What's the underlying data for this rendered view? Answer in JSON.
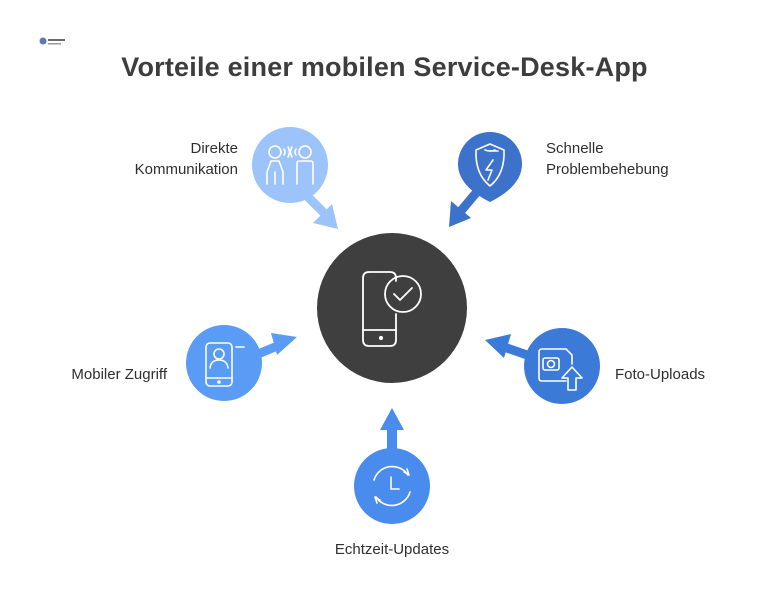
{
  "title": "Vorteile einer mobilen Service-Desk-App",
  "center": {
    "icon": "smartphone-check-icon",
    "color": "#3f3f3f"
  },
  "items": [
    {
      "label_lines": [
        "Direkte",
        "Kommunikation"
      ],
      "icon": "people-talking-icon",
      "color": "#9dc3fb"
    },
    {
      "label_lines": [
        "Schnelle",
        "Problembehebung"
      ],
      "icon": "shield-lightning-icon",
      "color": "#3d72cb"
    },
    {
      "label_lines": [
        "Mobiler Zugriff"
      ],
      "icon": "mobile-user-icon",
      "color": "#5a9cf5"
    },
    {
      "label_lines": [
        "Foto-Uploads"
      ],
      "icon": "photo-upload-icon",
      "color": "#3c7ad8"
    },
    {
      "label_lines": [
        "Echtzeit-Updates"
      ],
      "icon": "realtime-clock-icon",
      "color": "#4a8bee"
    }
  ]
}
